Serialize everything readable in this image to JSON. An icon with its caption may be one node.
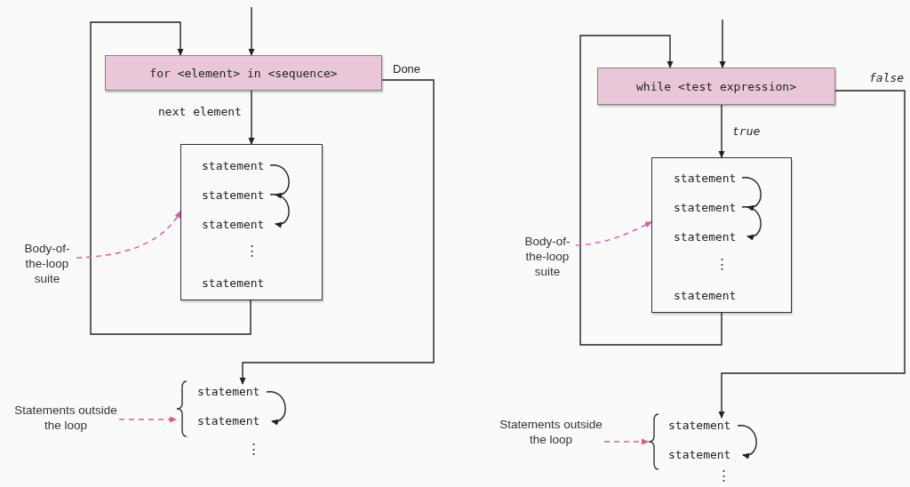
{
  "diagram": {
    "nodes": [
      {
        "text": [
          "for <element> in <sequence>"
        ]
      },
      {
        "text": [
          "⋮"
        ]
      },
      {
        "text": [
          "statement"
        ],
        "in": 1
      },
      {
        "text": [
          "statement"
        ],
        "in": 1
      },
      {
        "text": [
          "statement"
        ],
        "in": 1
      },
      {
        "text": [
          "statement"
        ],
        "in": 1
      },
      {
        "text": [
          "Body-of-the-loop suite"
        ]
      },
      {
        "text": [
          "statement"
        ]
      },
      {
        "text": [
          "statement"
        ]
      },
      {
        "text": [
          "Statements outside the loop"
        ]
      },
      {
        "text": [],
        "shape": "brace"
      },
      {
        "text": [
          "while <test expression>"
        ]
      },
      {
        "text": [
          "⋮"
        ]
      },
      {
        "text": [
          "statement"
        ],
        "in": 12
      },
      {
        "text": [
          "statement"
        ],
        "in": 12
      },
      {
        "text": [
          "statement"
        ],
        "in": 12
      },
      {
        "text": [
          "statement"
        ],
        "in": 12
      },
      {
        "text": [
          "Body-of-the-loop suite"
        ]
      },
      {
        "text": [
          "statement"
        ]
      },
      {
        "text": [
          "statement"
        ]
      },
      {
        "text": [
          "Statements outside the loop"
        ]
      },
      {
        "text": [],
        "shape": "brace"
      }
    ],
    "edges": [
      {
        "from": null,
        "to": 0,
        "arrow": "to"
      },
      {
        "from": 0,
        "to": 1,
        "arrow": "to",
        "label": "next element"
      },
      {
        "from": 1,
        "to": 0,
        "arrow": "to"
      },
      {
        "from": 0,
        "to": 7,
        "arrow": "to",
        "label": "Done"
      },
      {
        "from": 2,
        "to": 3,
        "arrow": "to"
      },
      {
        "from": 3,
        "to": 4,
        "arrow": "to"
      },
      {
        "from": 6,
        "to": 1,
        "arrow": "to",
        "style": "dashed",
        "color": "#e0559a"
      },
      {
        "from": 7,
        "to": 8,
        "arrow": "to"
      },
      {
        "from": 9,
        "to": 10,
        "arrow": "to",
        "style": "dashed",
        "color": "#e0559a"
      },
      {
        "from": null,
        "to": 11,
        "arrow": "to"
      },
      {
        "from": 11,
        "to": 12,
        "arrow": "to",
        "label": "true"
      },
      {
        "from": 12,
        "to": 11,
        "arrow": "to"
      },
      {
        "from": 11,
        "to": 18,
        "arrow": "to",
        "label": "false"
      },
      {
        "from": 13,
        "to": 14,
        "arrow": "to"
      },
      {
        "from": 14,
        "to": 15,
        "arrow": "to"
      },
      {
        "from": 17,
        "to": 12,
        "arrow": "to",
        "style": "dashed",
        "color": "#e0559a"
      },
      {
        "from": 18,
        "to": 19,
        "arrow": "to"
      },
      {
        "from": 20,
        "to": 21,
        "arrow": "to",
        "style": "dashed",
        "color": "#e0559a"
      }
    ],
    "labels": [
      "⋮",
      "⋮"
    ]
  }
}
